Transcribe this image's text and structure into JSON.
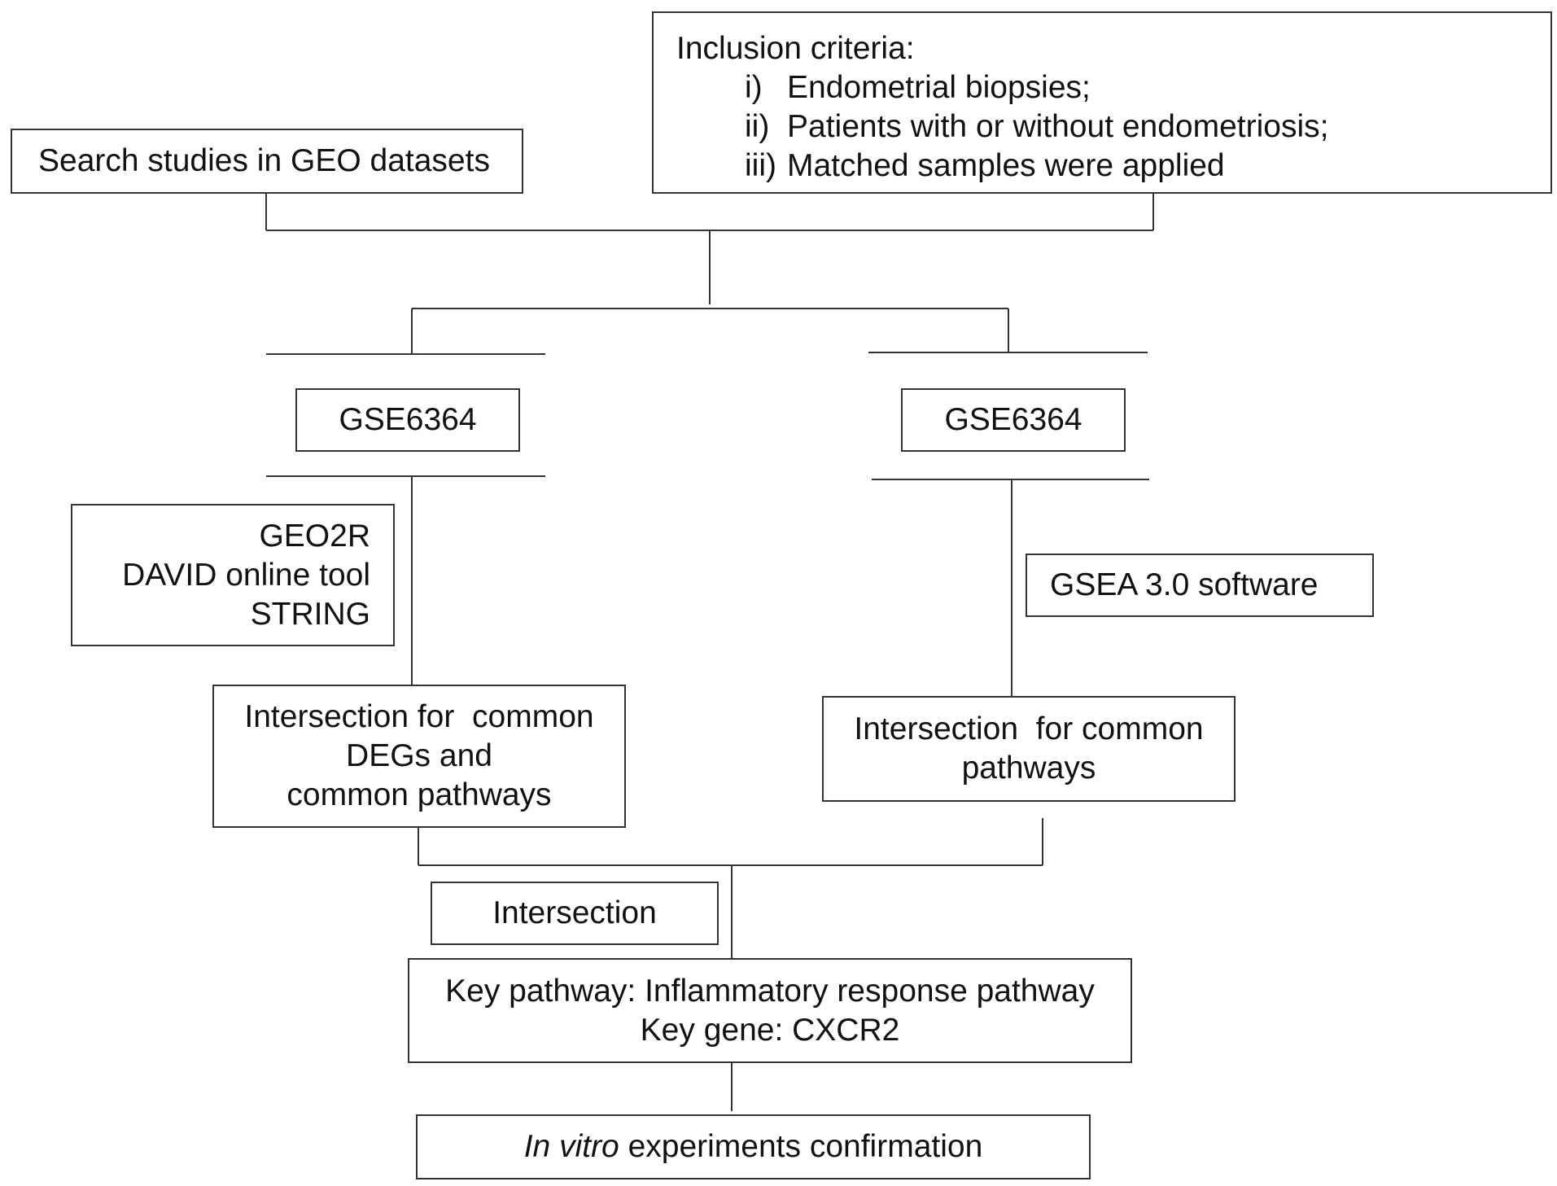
{
  "search_box": {
    "text": "Search studies in GEO datasets"
  },
  "inclusion_box": {
    "title": "Inclusion criteria:",
    "items": [
      {
        "num": "i)",
        "text": "Endometrial biopsies;"
      },
      {
        "num": "ii)",
        "text": "Patients with or without endometriosis;"
      },
      {
        "num": "iii)",
        "text": "Matched samples were applied"
      }
    ]
  },
  "left_dataset": {
    "text": "GSE6364"
  },
  "right_dataset": {
    "text": "GSE6364"
  },
  "tools_box": {
    "lines": [
      "GEO2R",
      "DAVID online tool",
      "STRING"
    ]
  },
  "gsea_box": {
    "text": "GSEA 3.0 software"
  },
  "left_intersection": {
    "lines": [
      "Intersection for  common",
      "DEGs and",
      "common pathways"
    ]
  },
  "right_intersection": {
    "lines": [
      "Intersection  for common",
      "pathways"
    ]
  },
  "intersection_label": {
    "text": "Intersection"
  },
  "key_box": {
    "pathway_line": "Key pathway: Inflammatory response pathway",
    "gene_line": "Key gene: CXCR2"
  },
  "confirmation_box": {
    "italic_part": "In vitro",
    "rest_part": " experiments confirmation"
  }
}
